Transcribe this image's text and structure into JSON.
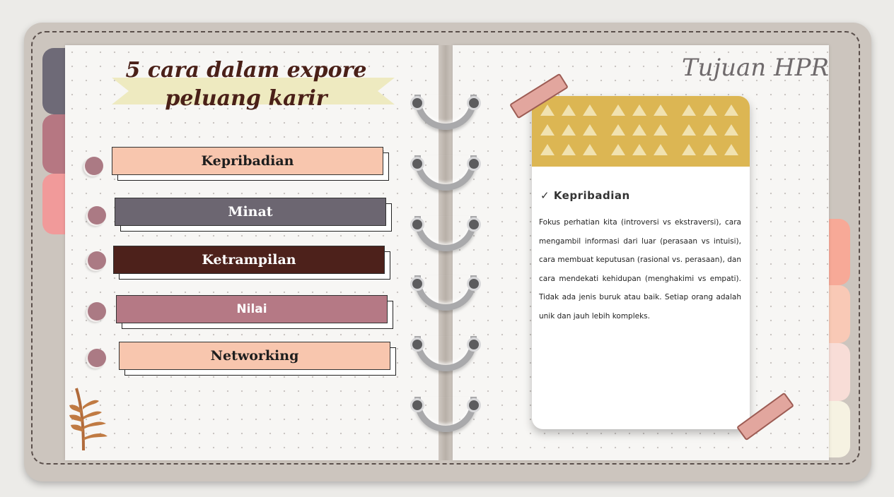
{
  "left_page": {
    "title": "5 cara dalam expore peluang karir",
    "items": [
      {
        "label": "Kepribadian",
        "color": "#f8c6ae",
        "text_color": "#1e1e1e"
      },
      {
        "label": "Minat",
        "color": "#6c6671",
        "text_color": "#ffffff"
      },
      {
        "label": "Ketrampilan",
        "color": "#4d211b",
        "text_color": "#ffffff"
      },
      {
        "label": "Nilai",
        "color": "#b57985",
        "text_color": "#ffffff"
      },
      {
        "label": "Networking",
        "color": "#f8c6ae",
        "text_color": "#1e1e1e"
      }
    ]
  },
  "right_page": {
    "heading": "Tujuan HPR",
    "card": {
      "check_glyph": "✓",
      "heading": "Kepribadian",
      "body": "Fokus perhatian kita (introversi vs ekstraversi), cara mengambil informasi dari luar (perasaan vs intuisi), cara membuat keputusan (rasional vs. perasaan), dan cara mendekati kehidupan (menghakimi vs empati). Tidak ada jenis buruk atau baik. Setiap orang adalah unik dan jauh lebih kompleks.",
      "header_color": "#dcb653"
    }
  },
  "colors": {
    "binder": "#ccc5be",
    "tab_left": [
      "#6e6a77",
      "#b67782",
      "#f19a9a"
    ],
    "tab_right": [
      "#f7a997",
      "#f9c9b6",
      "#f8ddd7",
      "#f6f2e2"
    ],
    "ring": "#a9a9ab",
    "tape": "#e2a69e"
  },
  "icons": [
    "check-icon",
    "ring-binder-icon",
    "leaf-branch-icon",
    "washi-tape"
  ]
}
